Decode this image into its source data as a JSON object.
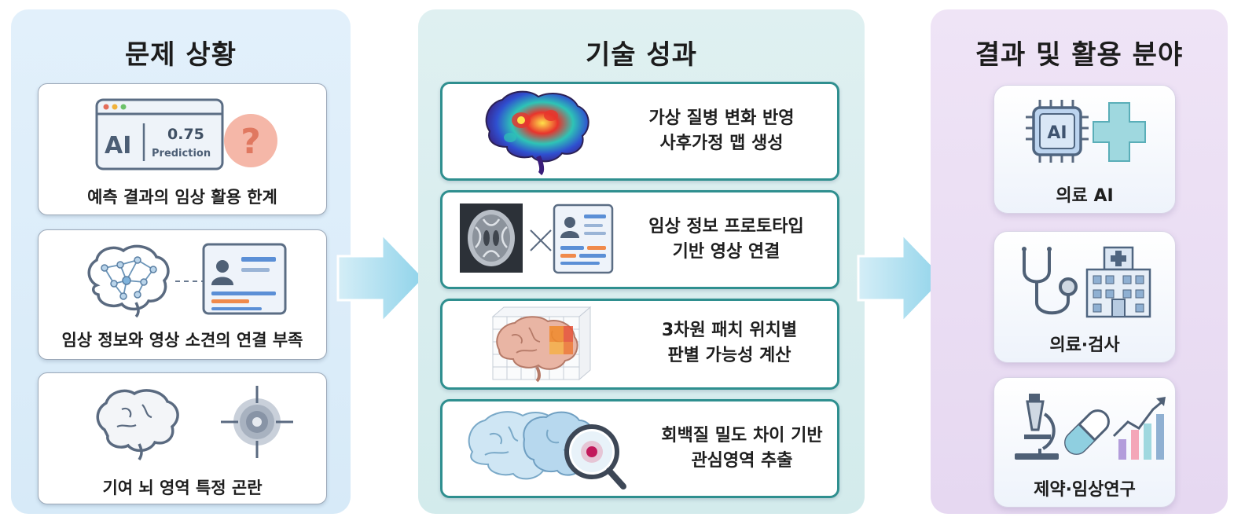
{
  "panels": {
    "problem": {
      "title": "문제 상황",
      "cards": [
        {
          "caption": "예측 결과의 임상 활용 한계",
          "ai_label": "AI",
          "score": "0.75",
          "score_label": "Prediction",
          "question": "?"
        },
        {
          "caption": "임상 정보와 영상 소견의 연결 부족"
        },
        {
          "caption": "기여 뇌 영역 특정 곤란"
        }
      ]
    },
    "tech": {
      "title": "기술 성과",
      "cards": [
        {
          "line1": "가상 질병 변화 반영",
          "line2": "사후가정 맵 생성"
        },
        {
          "line1": "임상 정보 프로토타입",
          "line2": "기반 영상 연결"
        },
        {
          "line1": "3차원 패치 위치별",
          "line2": "판별 가능성 계산"
        },
        {
          "line1": "회백질 밀도 차이 기반",
          "line2": "관심영역 추출"
        }
      ]
    },
    "result": {
      "title": "결과 및 활용 분야",
      "cards": [
        {
          "caption": "의료 AI",
          "chip_label": "AI"
        },
        {
          "caption": "의료·검사"
        },
        {
          "caption": "제약·임상연구"
        }
      ]
    }
  },
  "colors": {
    "problem_bg": "#dcedf9",
    "tech_bg": "#d8eded",
    "result_bg": "#eadff3",
    "tech_border": "#2f8f8f",
    "arrow": "#a8dcef"
  },
  "icons": [
    "ai-prediction-window-icon",
    "question-mark-icon",
    "brain-network-icon",
    "patient-profile-card-icon",
    "brain-outline-icon",
    "target-crosshair-icon",
    "brain-heatmap-icon",
    "mri-scan-icon",
    "cross-link-icon",
    "brain-3d-grid-icon",
    "brain-magnifier-icon",
    "ai-chip-icon",
    "medical-cross-icon",
    "stethoscope-icon",
    "hospital-icon",
    "microscope-icon",
    "capsule-icon",
    "growth-chart-icon"
  ]
}
